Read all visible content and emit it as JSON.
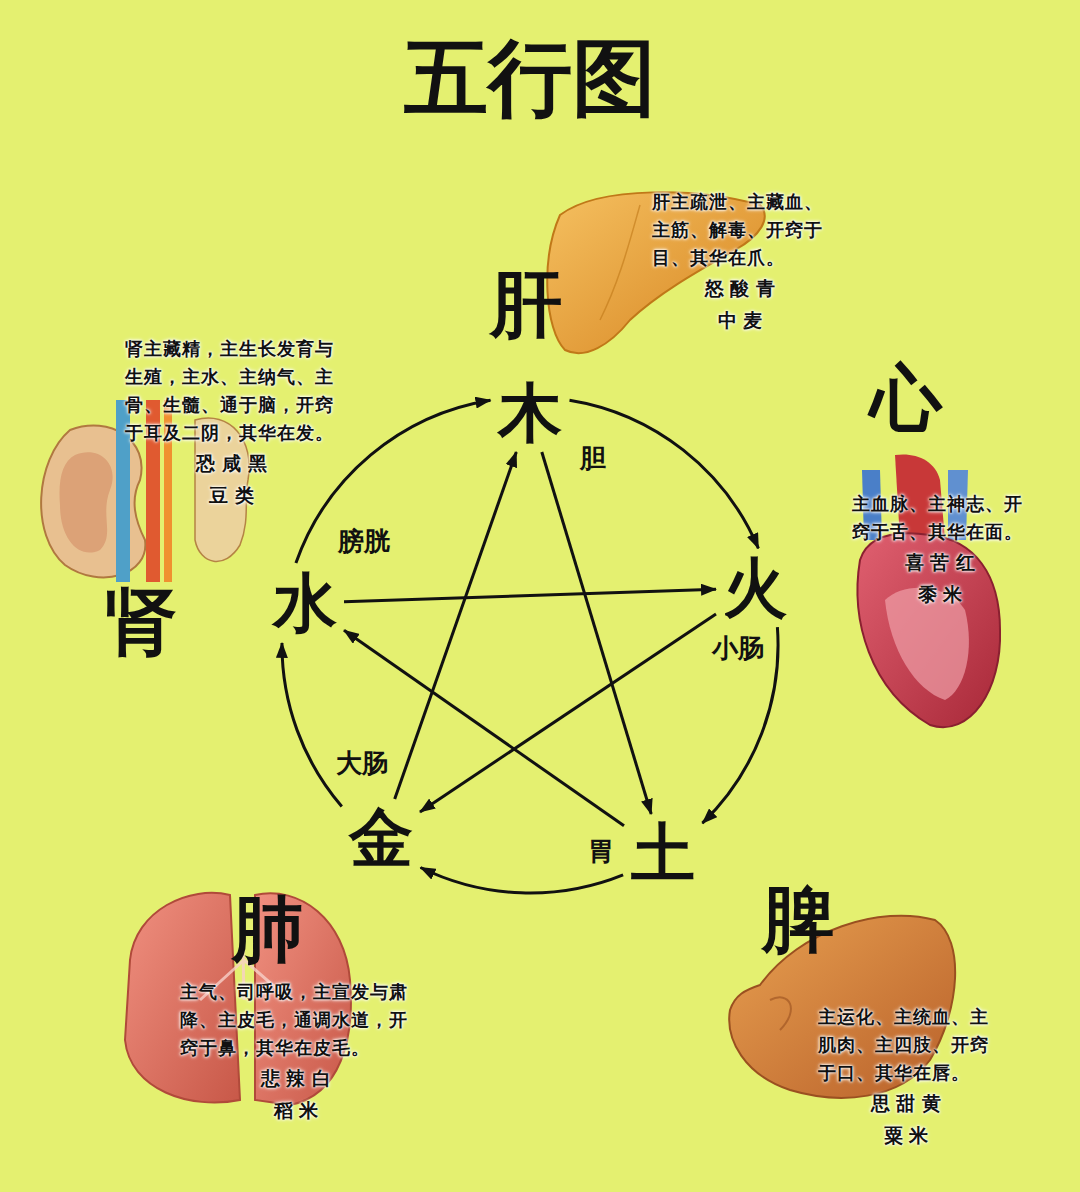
{
  "diagram": {
    "title": "五行图",
    "nodes": [
      {
        "text": [
          "肝",
          "肝主疏泄、主藏血、主筋、解毒、开窍于目、其华在爪。",
          "怒 酸 青",
          "中 麦"
        ]
      },
      {
        "text": [
          "木",
          "胆"
        ]
      },
      {
        "text": [
          "心",
          "主血脉、主神志、开窍于舌、其华在面。",
          "喜 苦 红",
          "黍 米"
        ]
      },
      {
        "text": [
          "肾",
          "肾主藏精，主生长发育与生殖，主水、主纳气、主骨、生髓、通于脑，开窍于耳及二阴，其华在发。",
          "恐 咸 黑",
          "豆 类"
        ]
      },
      {
        "text": [
          "水",
          "膀胱"
        ]
      },
      {
        "text": [
          "火",
          "小肠"
        ]
      },
      {
        "text": [
          "金",
          "大肠"
        ]
      },
      {
        "text": [
          "土",
          "胃"
        ]
      },
      {
        "text": [
          "肺",
          "主气、司呼吸，主宣发与肃降、主皮毛，通调水道，开窍于鼻，其华在皮毛。",
          "悲 辣 白",
          "稻 米"
        ]
      },
      {
        "text": [
          "脾",
          "主运化、主统血、主肌肉、主四肢、开窍于口、其华在唇。",
          "思 甜 黄",
          "粟 米"
        ]
      }
    ],
    "edges": [
      {
        "from": 1,
        "to": 5,
        "arrow": "to"
      },
      {
        "from": 5,
        "to": 7,
        "arrow": "to"
      },
      {
        "from": 7,
        "to": 6,
        "arrow": "to"
      },
      {
        "from": 6,
        "to": 4,
        "arrow": "to"
      },
      {
        "from": 4,
        "to": 1,
        "arrow": "to"
      },
      {
        "from": 1,
        "to": 7,
        "arrow": "to"
      },
      {
        "from": 7,
        "to": 4,
        "arrow": "to"
      },
      {
        "from": 4,
        "to": 5,
        "arrow": "to"
      },
      {
        "from": 5,
        "to": 6,
        "arrow": "to"
      },
      {
        "from": 6,
        "to": 1,
        "arrow": "to"
      }
    ]
  }
}
